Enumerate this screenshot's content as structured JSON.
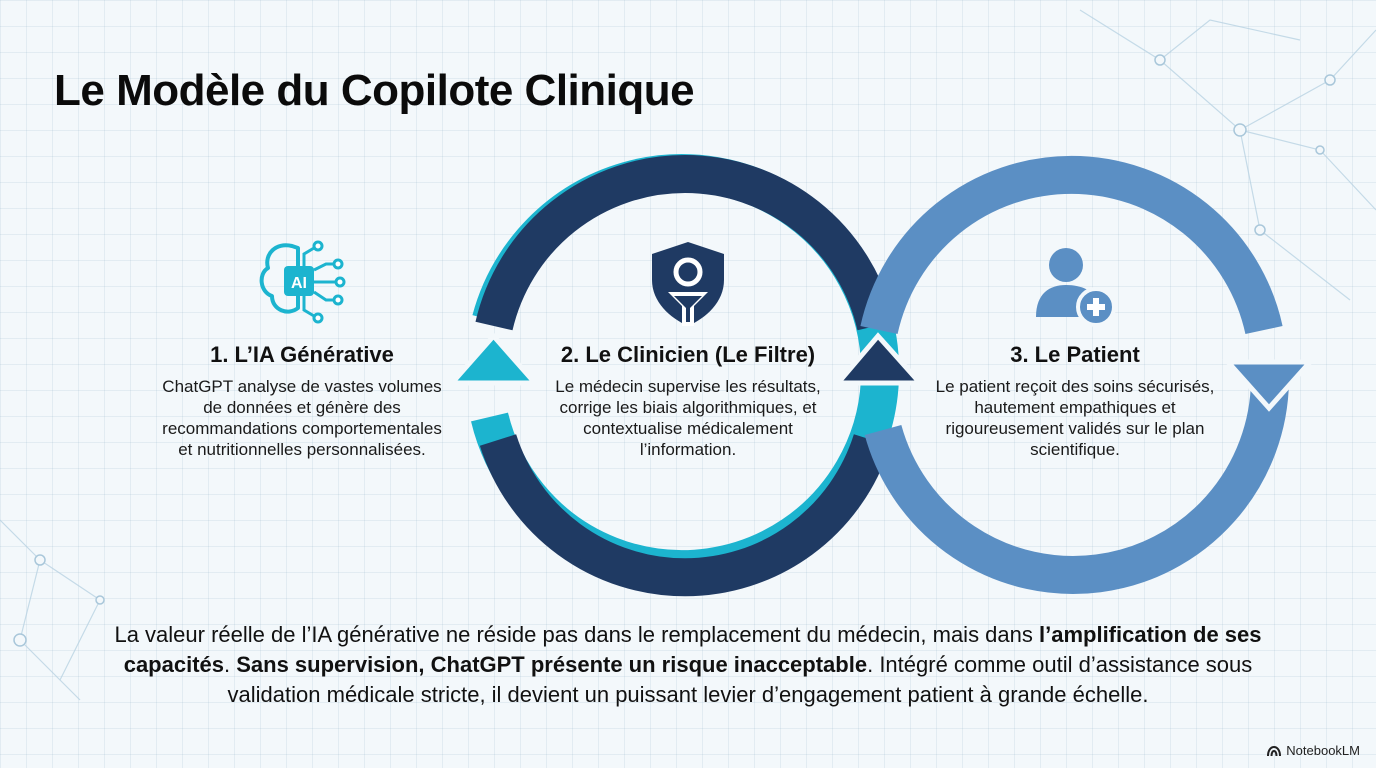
{
  "title": "Le Modèle du Copilote Clinique",
  "stages": [
    {
      "title": "1. L’IA Générative",
      "description": "ChatGPT analyse de vastes volumes de données et génère des recommandations comportementales et nutritionnelles personnalisées.",
      "icon": "ai-brain-icon",
      "color": "#1cb4cf",
      "icon_label": "AI"
    },
    {
      "title": "2. Le Clinicien (Le Filtre)",
      "description": "Le médecin supervise les résultats, corrige les biais algorithmiques, et contextualise médicalement l’information.",
      "icon": "shield-filter-icon",
      "color": "#1f3a63"
    },
    {
      "title": "3. Le Patient",
      "description": "Le patient reçoit des soins sécurisés, hautement empathiques et rigoureusement validés sur le plan scientifique.",
      "icon": "patient-plus-icon",
      "color": "#5b8fc4"
    }
  ],
  "summary": {
    "part1": "La valeur réelle de l’IA générative ne réside pas dans le remplacement du médecin, mais dans ",
    "bold1": "l’amplification de ses capacités",
    "part2": ". ",
    "bold2": "Sans supervision, ChatGPT présente un risque inacceptable",
    "part3": ". Intégré comme outil d’assistance sous validation médicale stricte, il devient un puissant levier d’engagement patient à grande échelle."
  },
  "brand": "NotebookLM"
}
